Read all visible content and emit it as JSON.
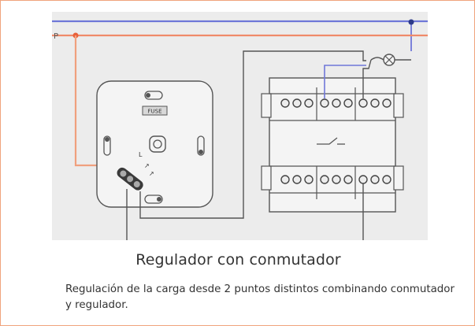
{
  "figure": {
    "fuse_label": "FUSE",
    "colors": {
      "live_wire": "#f08a6a",
      "neutral_wire": "#6f77d8",
      "dimmer_wire": "#f0a07e",
      "line_art": "#555555",
      "background": "#ececec",
      "accent_border": "#f0a37c"
    }
  },
  "caption": {
    "title": "Regulador con conmutador",
    "description": "Regulación de la carga desde 2 puntos distintos combinando conmutador y regulador."
  }
}
